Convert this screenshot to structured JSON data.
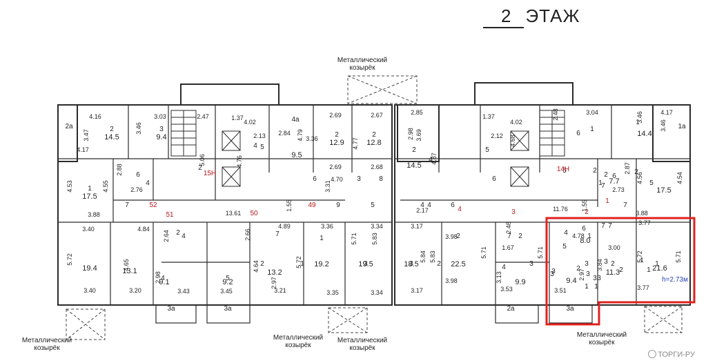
{
  "floor_title": {
    "number": "2",
    "word": "ЭТАЖ"
  },
  "canopy_labels": [
    "Металлический козырёк",
    "Металлический козырёк",
    "Металлический козырёк",
    "Металлический козырёк",
    "Металлический козырёк"
  ],
  "watermark": "ТОРГИ-РУ",
  "height_note": "h=2.73м",
  "red_room_codes": [
    "15Н",
    "14Н",
    "52",
    "51",
    "50",
    "49",
    "4",
    "3",
    "2",
    "1"
  ],
  "room_numbers": [
    "2a",
    "2",
    "3",
    "4",
    "4a",
    "2",
    "2",
    "2",
    "6",
    "4",
    "1",
    "7",
    "2",
    "5",
    "4",
    "1",
    "7",
    "6",
    "3",
    "8",
    "5",
    "9",
    "4",
    "5",
    "2",
    "1",
    "3",
    "3",
    "2",
    "2",
    "2",
    "1",
    "3",
    "3",
    "2",
    "1",
    "2",
    "4",
    "5",
    "6",
    "7",
    "6",
    "4",
    "4",
    "1",
    "2",
    "5",
    "6",
    "7",
    "4",
    "1a",
    "1",
    "6",
    "1",
    "7",
    "2",
    "2",
    "7",
    "5",
    "1",
    "3",
    "3",
    "1",
    "1",
    "2",
    "3",
    "3",
    "2",
    "1",
    "6",
    "7",
    "4",
    "5",
    "3",
    "3",
    "3a",
    "3a",
    "2a",
    "3a"
  ],
  "area_values": [
    "14.5",
    "9.4",
    "12.9",
    "12.8",
    "14.5",
    "9.5",
    "14.4",
    "17.5",
    "17.5",
    "19.4",
    "13.1",
    "9.1",
    "9.2",
    "13.2",
    "19.2",
    "19.5",
    "18.5",
    "22.5",
    "9.9",
    "9.4",
    "11.3",
    "21.6",
    "8.0",
    "7.7"
  ],
  "dimensions": [
    "4.16",
    "3.47",
    "4.17",
    "3.46",
    "3.03",
    "2.47",
    "1.37",
    "4.02",
    "2.84",
    "4.79",
    "3.36",
    "2.69",
    "2.67",
    "4.77",
    "2.69",
    "2.68",
    "2.85",
    "3.69",
    "4.87",
    "2.98",
    "1.37",
    "4.02",
    "2.12",
    "4.68",
    "2.48",
    "3.04",
    "4.17",
    "3.46",
    "3.46",
    "4.53",
    "4.55",
    "3.88",
    "2.88",
    "2.76",
    "5.06",
    "4.76",
    "2.13",
    "4.70",
    "3.31",
    "1.55",
    "13.61",
    "11.76",
    "1.55",
    "3.88",
    "4.56",
    "4.54",
    "2.87",
    "2.73",
    "3.40",
    "4.84",
    "4.89",
    "3.36",
    "3.34",
    "3.17",
    "3.98",
    "3.77",
    "5.72",
    "4.65",
    "2.98",
    "3.43",
    "3.45",
    "4.64",
    "5.72",
    "5.71",
    "5.83",
    "5.84",
    "5.83",
    "5.71",
    "5.71",
    "3.13",
    "2.97",
    "3.84",
    "3.00",
    "5.72",
    "5.71",
    "3.40",
    "3.20",
    "3.21",
    "3.35",
    "3.34",
    "3.17",
    "3.98",
    "3.53",
    "3.51",
    "3.77",
    "4.78",
    "2.17",
    "1.67",
    "2.66",
    "2.48",
    "2.64",
    "2.97"
  ],
  "colors": {
    "line": "#2a2a2a",
    "highlight": "#e0201c",
    "code": "#b5161b",
    "note": "#2840b0",
    "watermark": "#8a8a8a"
  }
}
